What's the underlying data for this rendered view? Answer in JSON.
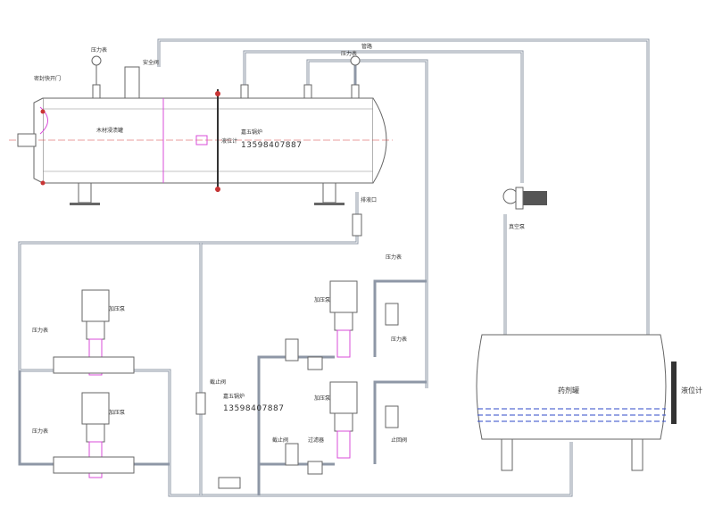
{
  "labels": {
    "pressure_gauge": "压力表",
    "safety_valve": "安全阀",
    "quick_open_door": "密封快开门",
    "wood_tank": "木材浸渍罐",
    "company": "嘉五锅炉",
    "phone": "13598407887",
    "level_gauge": "液位计",
    "discharge_port": "排液口",
    "vacuum_pump": "真空泵",
    "pressurize_pump": "加压泵",
    "storage_tank": "药剂罐",
    "stop_valve": "截止阀",
    "filter": "过滤器",
    "check_valve": "止回阀",
    "pipe_label": "管路"
  },
  "colors": {
    "pipe": "#8e97a6",
    "flange": "#c93434",
    "liquid_line": "#2f49c9",
    "accent": "#d94cd9"
  }
}
